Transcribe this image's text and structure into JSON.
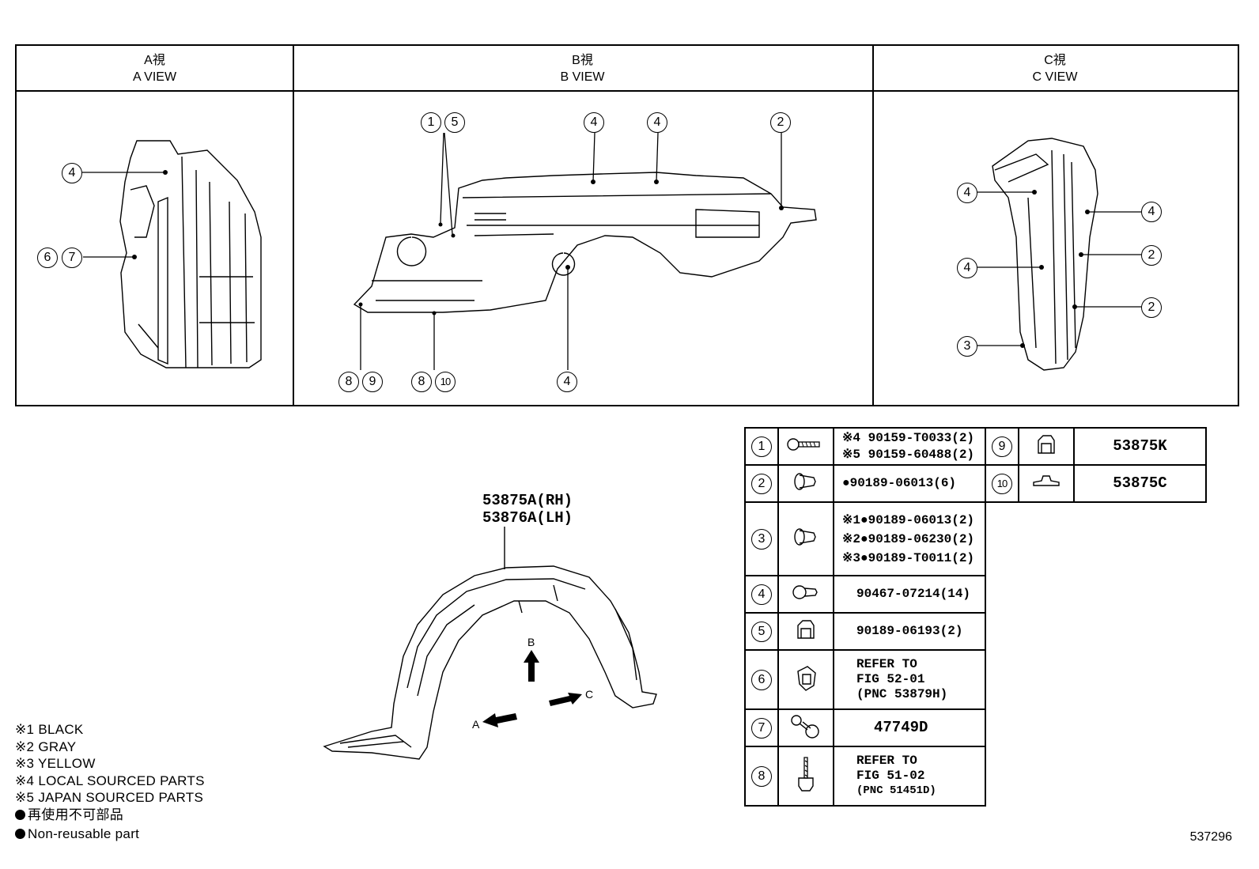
{
  "views": {
    "a": {
      "jp": "A視",
      "en": "A VIEW"
    },
    "b": {
      "jp": "B視",
      "en": "B VIEW"
    },
    "c": {
      "jp": "C視",
      "en": "C VIEW"
    }
  },
  "callouts": {
    "a_view": [
      "4",
      "6",
      "7"
    ],
    "b_view": [
      "1",
      "5",
      "4",
      "4",
      "2",
      "8",
      "9",
      "8",
      "10",
      "4"
    ],
    "c_view": [
      "4",
      "4",
      "4",
      "2",
      "2",
      "3"
    ]
  },
  "main_part": {
    "rh": "53875A(RH)",
    "lh": "53876A(LH)"
  },
  "arrows": {
    "b": "B",
    "c": "C",
    "a": "A"
  },
  "parts": [
    {
      "no": "1",
      "lines": [
        "※4 90159-T0033(2)",
        "※5 90159-60488(2)"
      ],
      "icon": "bolt-icon"
    },
    {
      "no": "2",
      "lines": [
        "●90189-06013(6)"
      ],
      "icon": "clip-icon"
    },
    {
      "no": "3",
      "lines": [
        "※1●90189-06013(2)",
        "※2●90189-06230(2)",
        "※3●90189-T0011(2)"
      ],
      "icon": "clip-icon"
    },
    {
      "no": "4",
      "lines": [
        "90467-07214(14)"
      ],
      "icon": "push-clip-icon"
    },
    {
      "no": "5",
      "lines": [
        "90189-06193(2)"
      ],
      "icon": "nut-clip-icon"
    },
    {
      "no": "6",
      "lines": [
        "REFER TO",
        "FIG 52-01",
        "(PNC 53879H)"
      ],
      "icon": "retainer-icon"
    },
    {
      "no": "7",
      "lines": [
        "47749D"
      ],
      "icon": "screw-clip-icon"
    },
    {
      "no": "8",
      "lines": [
        "REFER TO",
        "FIG 51-02",
        "(PNC 51451D)"
      ],
      "icon": "hex-bolt-icon"
    },
    {
      "no": "9",
      "lines": [
        "53875K"
      ],
      "icon": "nut-clip-icon"
    },
    {
      "no": "10",
      "lines": [
        "53875C"
      ],
      "icon": "flat-clip-icon"
    }
  ],
  "legend": [
    "※1 BLACK",
    "※2 GRAY",
    "※3 YELLOW",
    "※4 LOCAL SOURCED PARTS",
    "※5 JAPAN SOURCED PARTS",
    "再使用不可部品",
    "Non-reusable part"
  ],
  "figure_id": "537296"
}
